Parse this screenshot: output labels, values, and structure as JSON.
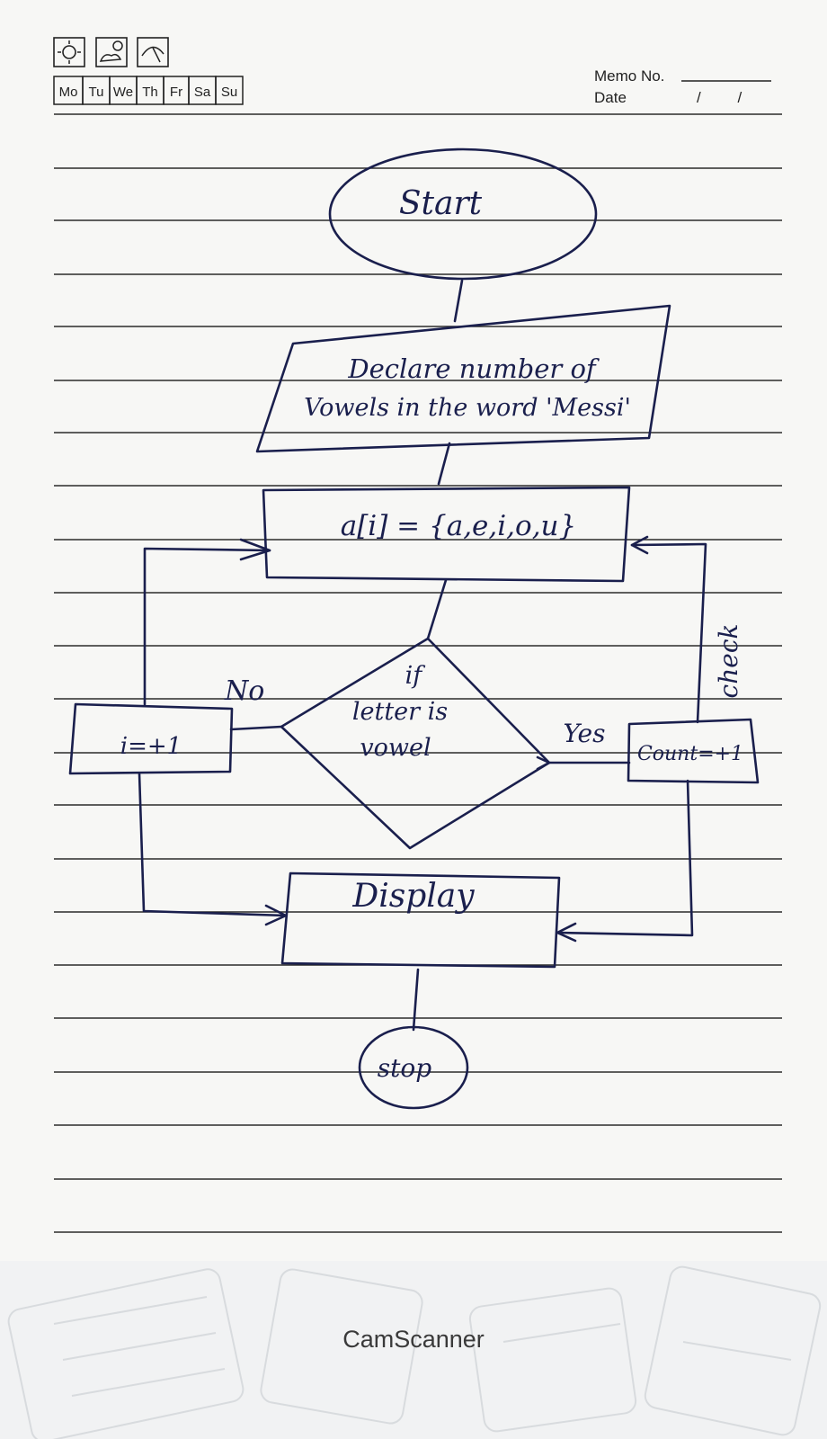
{
  "header": {
    "days": [
      "Mo",
      "Tu",
      "We",
      "Th",
      "Fr",
      "Sa",
      "Su"
    ],
    "weather_icons": [
      "sun-icon",
      "sun-cloud-icon",
      "umbrella-icon"
    ],
    "memo_label": "Memo No.",
    "date_label": "Date",
    "date_value": "/ /"
  },
  "flowchart": {
    "start": "Start",
    "declare_line1": "Declare number of",
    "declare_line2": "Vowels in the word 'Messi'",
    "array": "a[i] = {a,e,i,o,u}",
    "decision_line1": "if",
    "decision_line2": "letter is",
    "decision_line3": "vowel",
    "no_label": "No",
    "yes_label": "Yes",
    "no_box": "i=+1",
    "yes_box": "Count=+1",
    "check_label": "check",
    "display": "Display",
    "stop": "stop"
  },
  "footer": {
    "app_name": "CamScanner"
  },
  "colors": {
    "ink": "#1a1f4d",
    "paper": "#f7f7f5",
    "rules": "#2b2b2b",
    "footer_bg": "#f1f2f3"
  }
}
